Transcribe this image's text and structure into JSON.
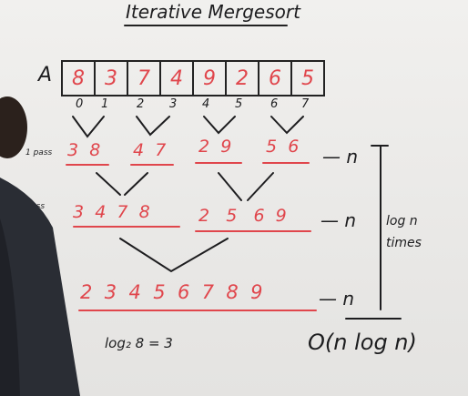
{
  "title": "Iterative Mergesort",
  "array_label": "A",
  "array": [
    "8",
    "3",
    "7",
    "4",
    "9",
    "2",
    "6",
    "5"
  ],
  "indices": [
    "0",
    "1",
    "2",
    "3",
    "4",
    "5",
    "6",
    "7"
  ],
  "pass1": {
    "label": "1 pass",
    "groups": [
      [
        "3",
        "8"
      ],
      [
        "4",
        "7"
      ],
      [
        "2",
        "9"
      ],
      [
        "5",
        "6"
      ]
    ],
    "cost": "— n"
  },
  "pass2": {
    "label": "II nd pass",
    "groups": [
      [
        "3",
        "4",
        "7",
        "8"
      ],
      [
        "2",
        "5",
        "6",
        "9"
      ]
    ],
    "cost": "— n"
  },
  "pass3": {
    "groups": [
      [
        "2",
        "3",
        "4",
        "5",
        "6",
        "7",
        "8",
        "9"
      ]
    ],
    "cost": "— n"
  },
  "logn_times": [
    "log n",
    "times"
  ],
  "log_equation": "log₂ 8 = 3",
  "complexity": "O(n log n)",
  "colors": {
    "ink": "#1d1d1f",
    "red": "#e0464c",
    "board": "#ecebea"
  }
}
